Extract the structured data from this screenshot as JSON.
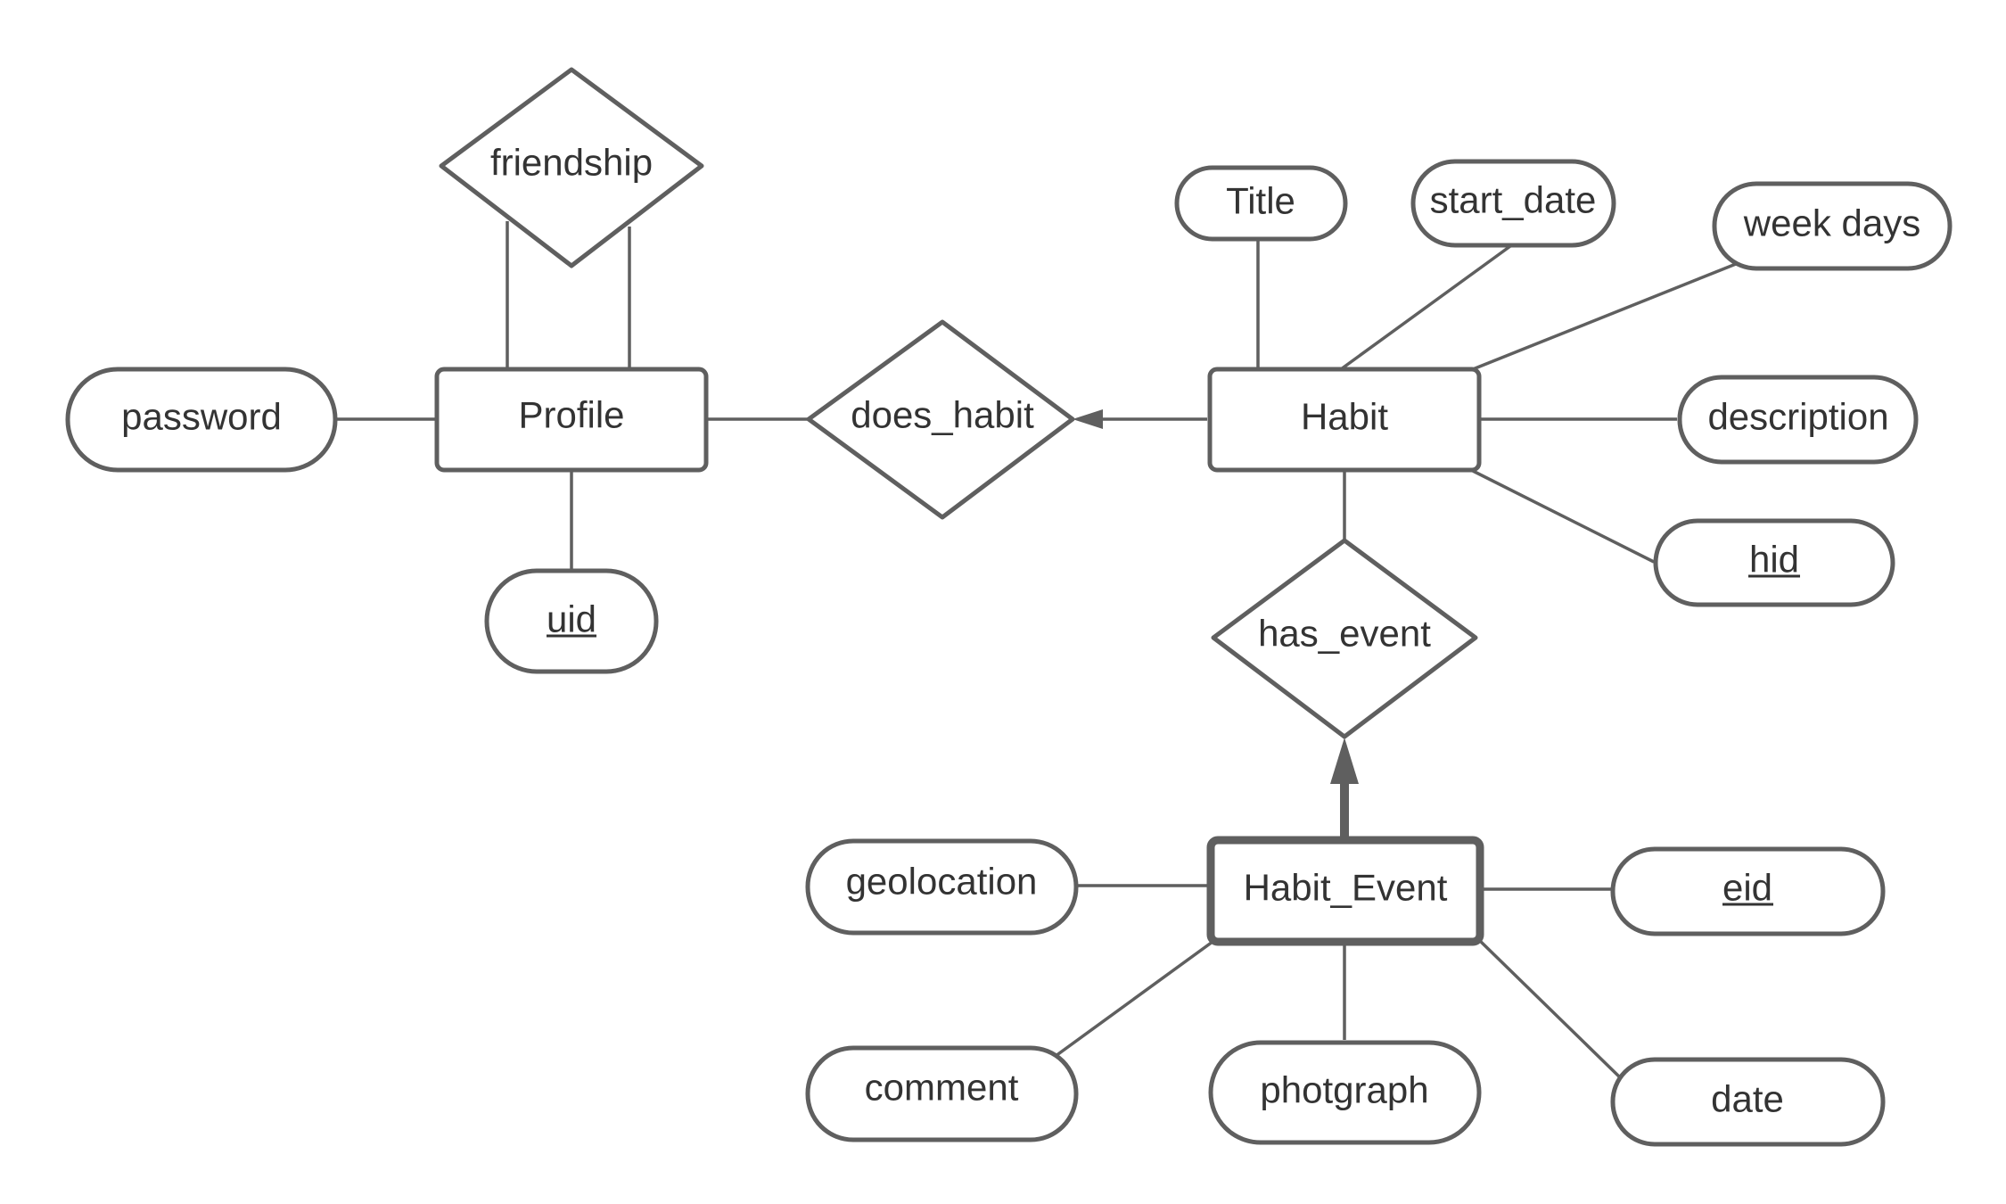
{
  "entities": {
    "profile": "Profile",
    "habit": "Habit",
    "habit_event": "Habit_Event"
  },
  "relationships": {
    "friendship": "friendship",
    "does_habit": "does_habit",
    "has_event": "has_event"
  },
  "attributes": {
    "password": "password",
    "uid": "uid",
    "title": "Title",
    "start_date": "start_date",
    "week_days": "week days",
    "description": "description",
    "hid": "hid",
    "geolocation": "geolocation",
    "eid": "eid",
    "comment": "comment",
    "photograph": "photgraph",
    "date": "date"
  },
  "colors": {
    "stroke": "#5f5f5f",
    "text": "#333333",
    "background": "#ffffff"
  }
}
